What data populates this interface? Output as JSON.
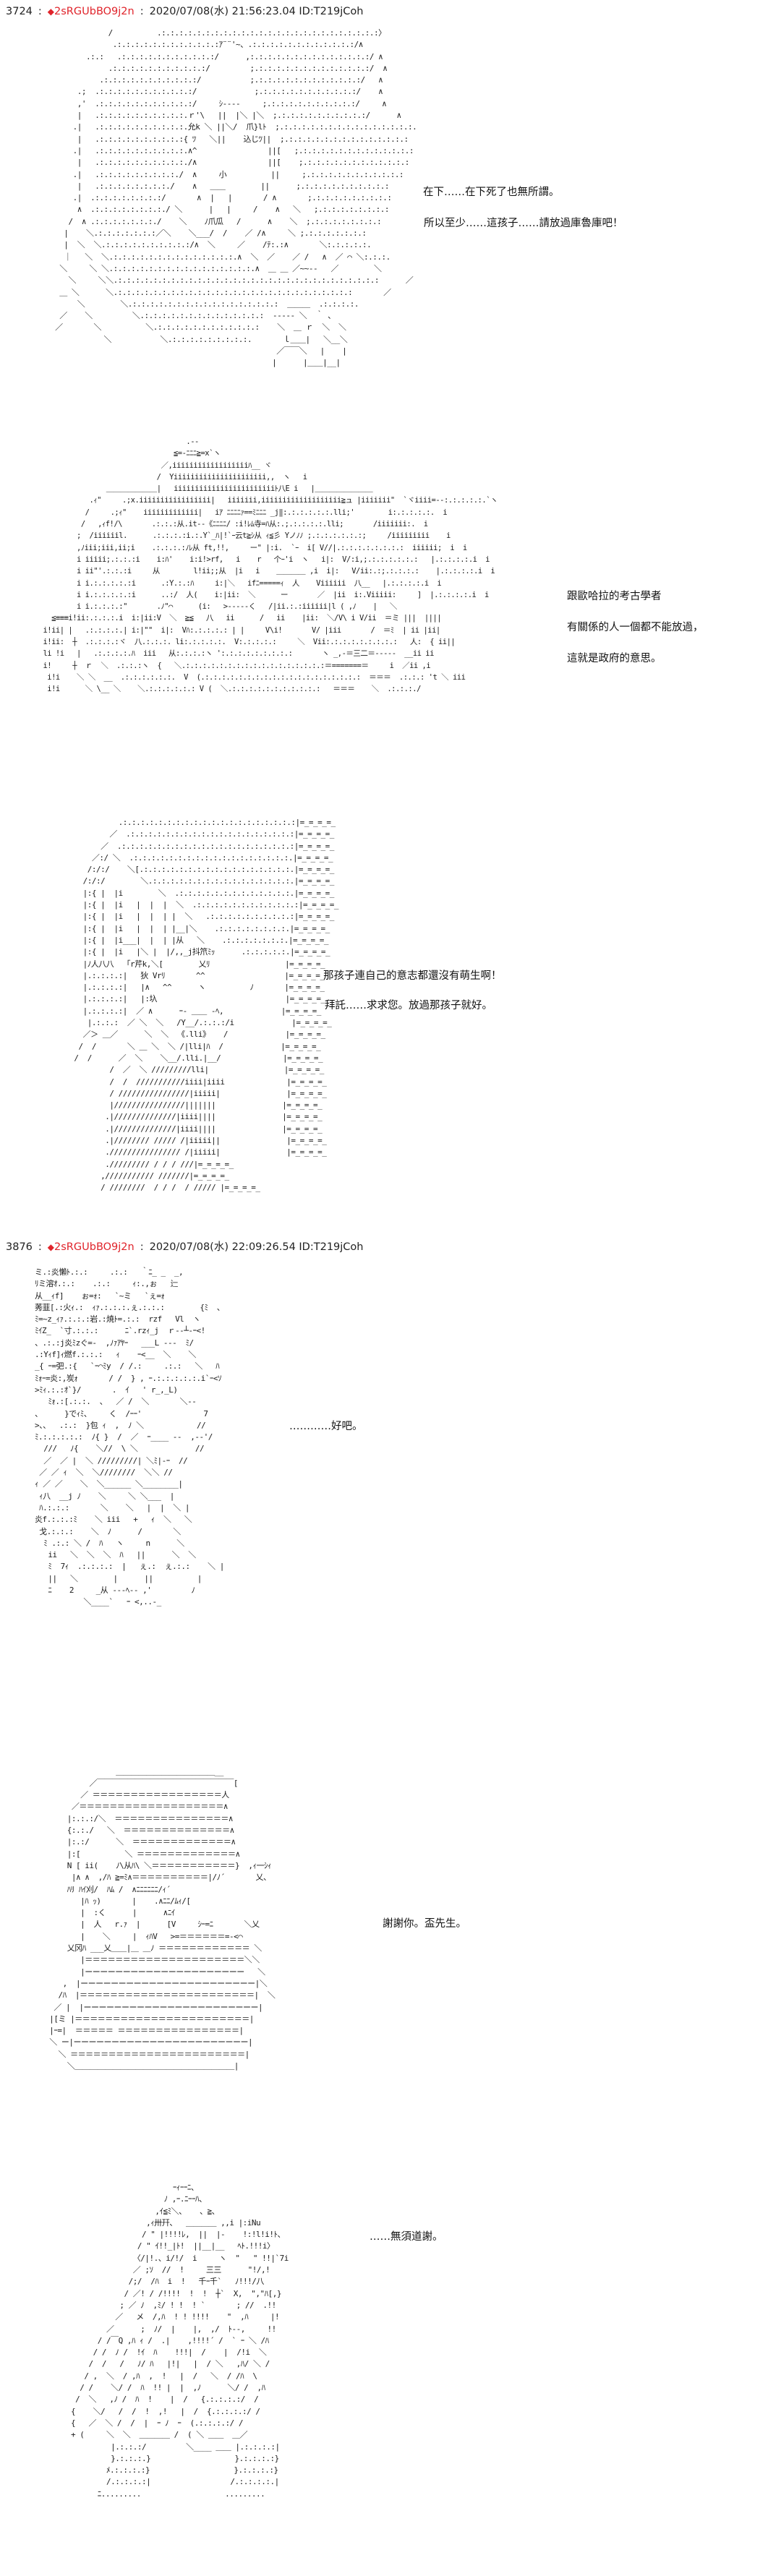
{
  "posts": [
    {
      "number": "3724",
      "separator": ":",
      "trip_symbol": "◆",
      "trip": "2sRGUbBO9j2n",
      "datetime": "2020/07/08(水) 21:56:23.04",
      "id": "ID:T219jCoh",
      "panels": [
        {
          "art_name": "ascii-art-kneeling-figure",
          "dialogue": [
            "在下……在下死了也無所謂。",
            "所以至少……這孩子……請放過庫魯庫吧！"
          ]
        },
        {
          "art_name": "ascii-art-soldier-with-cap",
          "dialogue": [
            "跟歐哈拉的考古學者",
            "有關係的人一個都不能放過，",
            "這就是政府的意思。"
          ]
        },
        {
          "art_name": "ascii-art-bowed-figure-at-wall",
          "dialogue": [
            "那孩子連自己的意志都還沒有萌生啊！",
            "拜託……求求您。放過那孩子就好。"
          ]
        }
      ]
    },
    {
      "number": "3876",
      "separator": ":",
      "trip_symbol": "◆",
      "trip": "2sRGUbBO9j2n",
      "datetime": "2020/07/08(水) 22:09:26.54",
      "id": "ID:T219jCoh",
      "panels": [
        {
          "art_name": "ascii-art-flame-hair-figure",
          "dialogue": [
            "…………好吧。"
          ]
        },
        {
          "art_name": "ascii-art-bowing-figure",
          "dialogue": [
            "謝謝你。盃先生。"
          ]
        },
        {
          "art_name": "ascii-art-masked-figure-standing",
          "dialogue": [
            "……無須道謝。"
          ]
        }
      ]
    }
  ],
  "colors": {
    "trip": "#e0242b",
    "text": "#111111",
    "background": "#ffffff"
  },
  "art": {
    "p1": "             /          .:.:.:.:.:.:.:.:.:.:.:.:.:.:.:.:.:.:.:.:.:.:.:.:.:〉\n              .:.:.:.:.:.:.:.:.:.:.:.:ｱ¨¨'~、.:.:.:.:.:.:.:.:.:.:.:.:/∧\n        .:.:   .:.:.:.:.:.:.:.:.:.:.:/      ,:.:.:.:.:.:.:.:.:.:.:.:.:.:/ ∧\n             .:.:.:.:.:.:.:.:.:.:.:/         ;.:.:.:.:.:.:.:.:.:.:.:.:.:/  ∧\n           .:.:.:.:.:.:.:.:.:.:.:/           ;.:.:.:.:.:.:.:.:.:.:.:.:/   ∧\n      .;  .:.:.:.:.:.:.:.:.:.:.:/             ;.:.:.:.:.:.:.:.:.:.:.:/    ∧\n      ,'  .:.:.:.:.:.:.:.:.:.:.:/     ｼ‐‐--     ;.:.:.:.:.:.:.:.:.:.:/     ∧\n      |   .:.:.:.:.:.:.:.:.:.:.ｒ'\\   ||  |＼ |＼  ;.:.:.:.:.:.:.:.:.:.:/      ∧\n     .|   .:.:.:.:.:.:.:.:.:.:.允k ＼ ||＼/  爪}lﾄ  ;.:.:.:.:.:.:.:.:.:.:.:.:.:.:.:.\n      |   .:.:.:.:.:.:.:.:.:.:{ ﾂ   ＼||    込じﾂ||  ;.:.:.:.:.:.:.:.:.:.:.:.:.:.:\n     .|   .:.:.:.:.:.:.:.:.:.:.∧^                ||[   ;.:.:.:.:.:.:.:.:.:.:.:.:.:\n      |   .:.:.:.:.:.:.:.:.:.:./∧                ||[    ;.:.:.:.:.:.:.:.:.:.:.:.:\n     .|   .:.:.:.:.:.:.:.:.:./  ∧     小          ||     ;.:.:.:.:.:.:.:.:.:.:.:\n      |   .:.:.:.:.:.:.:.:./    ∧   ＿＿        ||      ;.:.:.:.:.:.:.:.:.:.:\n     .|  .:.:.:.:.:.:.:.:/       ∧  |   |       / ∧       ;.:.:.:.:.:.:.:.:.:\n      ∧  .:.:.:.:.:.:.:.:./ ＼      |   |     /    ∧   ＼   ;.:.:.:.:.:.:.:.:\n    /  ∧ .:.:.:.:.:.:.:./    ＼    ﾉ爪瓜   /      ∧    ＼  ;.:.:.:.:.:.:.:.:\n   |    ＼.:.:.:.:.:.:.:／＼    ＼___/  /    ／ /∧     ＼ ;.:.:.:.:.:.:.:\n   |  ＼  ＼.:.:.:.:.:.:.:.:.:.:/∧  ＼     ／    /ﾃ:.:∧       ＼:.:.:.:.:.\n   ｜   ＼  ＼.:.:.:.:.:.:.:.:.:.:.:.:.:.:.∧  ＼  ／    ／ /   ∧  ／ ⌒ ＼:.:.:.\n  ＼     ＼ ＼.:.:.:.:.:.:.:.:.:.:.:.:.:.:.:.:.∧  ＿ ＿ ／~~‐-   ／        ＼\n    ＼     ＼＼.:.:.:.:.:.:.:.:.:.:.:.:.:.:.:.:.:.:.:.:.:.:.:.:.:.:.:.:.:.:      ／\n  ＿ ＼      ＼.:.:.:.:.:.:.:.:.:.:.:.:.:.:.:.:.:.:.:.:.:.:.:.:.:.:.:       ／\n      ＼        ＼.:.:.:.:.:.:.:.:.:.:.:.:.:.:.:.:.:  ＿＿＿  .:.:.:.:.\n  ／    ＼         ＼.:.:.:.:.:.:.:.:.:.:.:.:.:.:  ‐‐‐‐‐ ＼  ｀ 、\n ／       ＼          ＼.:.:.:.:.:.:.:.:.:.:.:.:    ＼  ＿ ｒ  ＼  ＼\n            ＼           ＼.:.:.:.:.:.:.:.:.:.       ｌ＿＿|   ＼__＼\n                                                   ／￣￣＼   |    |\n                                                  |      |＿＿|__|",
    "p2": "                                     .--\n                                  ≦=-ﾆﾆﾆ≧=x`ヽ\n                               ／,iiiiiiiiiiiiiiiiiiﾊ__ ヾ\n                              /  Yiiiiiiiiiiiiiiiiiiiiii,,  ヽ   i\n                  ＿＿＿＿＿＿＿|   iiiiiiiiiiiiiiiiiiiiiiiiﾄ八E i   |＿＿＿＿＿＿＿＿\n              .ｨ\"     .;x.iiiiiiiiiiiiiiiii|   iiiiiii,iiiiiiiiiiiiiiiiiii≧ュ |iiiiiii\"  `ヾiiii=--:.:.:.:.:.`ヽ\n             /     .;ｨ\"    iiiiiiiiiiiii|   iｱ ﾆﾆﾆﾆｧ==ﾐﾆﾆﾆ _j‖:.:.:.:.:.:.lli;'        i:.:.:.:.:.  i\n            /   ,ｨf!/\\       .:.:.:从.it--《ﾆﾆﾆﾆ/ :i!ﾚﾑ寺=ﾊ从:.;.:.:.:.:.lli;       /iiiiiii:.  i\n           ;  /iiiiiil.      .:.:.:.:i.:.Y`_ﾊ|!`ｰ云t≧ｼ从 ｨ≦彡 Yノﾉﾉ ;.:.:.:.:.:.:;     /iiiiiiiii    i\n           ,ﾉiii;iii,ii;i    .:.:.:.:ﾉﾚ从 ft,!!,     ー\" |:i.  `ｰ  i[ V//|.:.:.:.:.:.:.:.:  iiiiii;  i  i\n           i iiiii;.:.:.:i    i:ﾊ'    i:i!>rf,   i    r   个ｰ'i  ヽ   i|:  V/:i,;.:.:.:.:.:.:   |.:.:.:.:.i  i\n           i ii\"'.:.:.:i     从        l!ii;;从  |i   i    ＿＿＿＿ ,i  i|:   V/ii:.:;.:.:.:.:    |.:.:.:.:.i  i\n           i i.:.:.:.:.:i      .:Y.:.:ﾊ     i:|＼   ifﾆ=====ｨ  人    Viiiiii  八__   |.:.:.:.:.i  i\n           i i.:.:.:.:.:i      ..:/  人(    i:|ii:  ＼      ー       ／  |ii  i:.Viiiii:     ]  |.:.:.:.:.i  i\n           i i.:.:.:.:\"       .ﾉ\"⌒      (i:   >-----く   /|ii.:.:iiiiii|l ( ,ﾉ    |   ＼\n     ≦≡≡≡i!ii:.:.:.:.i  i:|ii:V  ＼  ≧≦   八   ii      /   ii    |ii:  ＼/V\\ i V/ii  ＝ミ |||  ||||\n   i!ii| |   .:.:.:.:.| i:|\"\"  i|:  Vﾊ:.:.:.:.: | |     V\\i!       V/ |iii       /  ＝ﾐ  | ii |ii|\n   i!ii:  ┼  .:.:.:.:ヾ  八.:.:.:. li:.:.:.:.:.  V:.:.:.:.:     ＼  Vii:.:.:.:.:.:.:.:.:   人:  { ii||\n   li !i   |   .:.:.:.:.ﾊ  iii   从:.:.:.:ヽ ':.:.:.:.:.:.:.:.:       ヽ _,-＝三二＝-----  __ii ii\n   i!     ┼  ｒ  ＼  .:.:.:ヽ  {   ＼.:.:.:.:.:.:.:.:.:.:.:.:.:.:.:.:.:＝=======＝     i  ／ii ,i\n    i!i    ＼ ＼  __  .:.:.:.:.:.:.  V  (.:.:.:.:.:.:.:.:.:.:.:.:.:.:.:.:.:.:.:  ＝＝＝  .:.:.: 't ＼ iii\n    i!i      ＼ \\__ ＼    ＼.:.:.:.:.:.: V (  ＼.:.:.:.:.:.:.:.:.:.:.:   ＝＝＝    ＼  .:.:.:./",
    "p3": "             .:.:.:.:.:.:.:.:.:.:.:.:.:.:.:.:.:.:.:.:|=_=_=_=_\n           ／  .:.:.:.:.:.:.:.:.:.:.:.:.:.:.:.:.:.:.:|=_=_=_=_\n         ／  .:.:.:.:.:.:.:.:.:.:.:.:.:.:.:.:.:.:.:.:|=_=_=_=_\n       ／:/ ＼  .:.:.:.:.:.:.:.:.:.:.:.:.:.:.:.:.:.:.|=_=_=_=_\n      /:/:/    ＼[.:.:.:.:.:.:.:.:.:.:.:.:.:.:.:.:.:.|=_=_=_=_\n     /:/:/        ＼.:.:.:.:.:.:.:.:.:.:.:.:.:.:.:.:.|=_=_=_=_\n     |:{ |  |i        ＼  .:.:.:.:.:.:.:.:.:.:.:.:.:.|=_=_=_=_\n     |:{ |  |i   |  |  |  ＼  .:.:.:.:.:.:.:.:.:.:.:.:|=_=_=_=_\n     |:{ |  |i   |  |  | |  ＼   .:.:.:.:.:.:.:.:.:.:|=_=_=_=_\n     |:{ |  |i   |  |  | |__|＼    .:.:.:.:.:.:.:.:.|=_=_=_=_\n     |:{ |  |i___|  |  | |从   ＼    .:.:.:.:.:.:.:.|=_=_=_=_\n     |:{ |  |i   |＼ |  |/,,_j抖笊ﾐｯ      .:.:.:.:.:.|=_=_=_=_\n     |ﾉ人八八  「r芹k,＼[        乂ﾘ                 |=_=_=_=_\n     |.:.:.:.:|   狄 Vrﾘ       ^^                  |=_=_=_=_\n     |.:.:.:.:|   |∧   ^^      ヽ          ﾉ       |=_=_=_=_\n     |.:.:.:.:|   |:圦                             |=_=_=_=_\n     |.:.:.:.:|  ／ ∧      ｰ- ＿＿ ‐ﾍ,             |=_=_=_=_\n      |.:.:.:  ／ ＼  ＼   /Y__/.:.:.:/i             |=_=_=_=_\n     ／＞ ＿／      ＼  ＼  《.lli》   /             |=_=_=_=_\n    /  /       ＼ ＿ ＼  ＼ /|lli|ﾊ  /             |=_=_=_=_\n   /  /      ／  ＼    ＼__/.lli.|__/              |=_=_=_=_\n           /  ／  ＼ /////////lli|                 |=_=_=_=_\n           /  /  ///////////iiii|iiii              |=_=_=_=_\n           / ////////////////|iiiii|               |=_=_=_=_\n           |////////////////|||||||               |=_=_=_=_\n          .|//////////////|iiii||||               |=_=_=_=_\n          .|//////////////|iiii||||               |=_=_=_=_\n          .|//////// ///// /|iiiii||               |=_=_=_=_\n          .//////////////// /|iiiii|               |=_=_=_=_\n          .///////// / / / ///|=_=_=_=_\n         ,/////////// ///////|=_=_=_=_\n         / ////////  / / /  / ///// |=_=_=_=_",
    "p4": "ミ.:炎懶ﾄ.:.:     .:.:   ｀ﾆ_ _  _,\nﾘミ溶ｵ.:.:    .:.:     ｨ:.,ぉ   辷\n从__ｨf]    ぉ=ｫ:   `~ミ   `ぇ=ｫ\n莠韮[.:火ｨ.:  ｨｧ.:.:.:.ぇ.:.:.:        {ﾐ  、\nﾐ=~z_ｨｧ.:.:.:岩.:焼ﾄ=.:.:  rzf   Vl  ヽ\nﾐｲZ_  `寸.:.:.:      ﾆ`.rzｨ_j  ｒ--┴-ｰ<!\n、.:.:j炎ﾐzぐ=-  ,ﾉｧｱﾔｰ   ___L ---  ﾐ/\n.:Yｨf]ｨ燃f.:.:.:   ｨ    ｰ<__  ＼    ＼\n_{ ｰ=弝.:{   `ｰ⌒ﾐy  / /.:     .:.:   ＼   ﾊ\nﾐｫｰ=炎:,炭ｫ       / /  } , ｰ.:.:.:.:.:.i`ｰ<ｿ\n>ﾐｨ.:.:ｵ`}/       .  ｲ   ' r_,_L)\n   ﾐｫ.:[.:.:.  、  ／ /  ＼       ＼--  \n、     }でｨﾐ、    く  /ｰｰ'              7\n>、、  .:.:  }包 ｨ  ,  ﾉ ＼            //\nﾐ.:.:.:.:.:  ﾉ{ }  /  ／  ｰ____ --  ,--'/\n  ///   ﾉ{    ＼//  \\ ＼             //\n  ／  ／ |  ＼ /////////| ＼ﾐ|-ｰ  //\n ／ ／ ｨ  ＼  ＼////////  ＼＼ //\nｨ ／ ／    ＼  ＼______ ＼________|\n ｨ八  __j ﾉ    ＼     ＼ ＼___  |\n ﾊ.:.:.:       ＼    ＼   |  |  ＼ |\n炎f.:.:.:ﾐ    ＼ iii   +   ｨ  ＼   ＼\n 戈.:.:.:    ＼  ﾉ      /       ＼\n  ﾐ .:.: ＼ /  ﾊ   ヽ     n      ＼\n   ii   ＼  ＼  ＼  ﾊ   ||      ＼  ＼\n   ﾐ  7ｨ  .:.:.:.:  |   ぇ.:  ぇ.:.:    ＼ |\n   ||   ＼        |      ||          |\n   ﾆ    2     _从 ---ﾍ-- ,'         ﾉ\n           ＼____`   ｰ <,..-_",
    "p5": "\n\n                 ＿＿＿＿＿＿＿＿＿＿＿＿＿__\n           ／￣￣￣￣￣￣￣￣￣￣￣￣￣￣￣￣￣￣[\n         ／ ＝＝＝＝＝＝＝＝＝＝＝＝＝＝＝＝＝人\n       ／＝＝＝＝＝＝＝＝＝＝＝＝＝＝＝＝＝＝＝∧\n      |:.:.:/＼  ＝＝＝＝＝＝＝＝＝＝＝＝＝＝＝∧\n      {:.:./   ＼  ＝＝＝＝＝＝＝＝＝＝＝＝＝＝∧\n      |:.:/      ＼  ＝＝＝＝＝＝＝＝＝＝＝＝＝∧\n      |:[          ＼ ＝＝＝＝＝＝＝＝＝＝＝＝＝∧\n      N [ ii(    ﾉ\\从ﾊ\\ ＼＝＝＝＝＝＝＝＝＝＝＝}  ,ｨ一ｼｨ\n       |∧ ∧  ,/ﾊ ≧=ﾐ∧＝＝＝＝＝＝＝＝＝＝|/ﾉ´       乂、\n      ﾊﾘ ﾊｲ刈/  ﾊﾑ /  ∧ﾆﾆﾆﾆﾆﾆ/ｨ´\n         |ﾊ ｯ)       |    .∧ﾆﾆ/ﾑｨ/[\n         |  :く      |      ∧ﾆｲ\n         |  人   r.ｧ  |      [V     ｼｰ=ﾆ       ＼乂\n         |    ＼     |  ｨﾊV   >=＝＝＝＝＝＝=-<⌒\n      乂冈ﾊ ___乂＿＿|＿ ＿ﾉ ＝＝＝＝＝＝＝＝＝＝＝＝ ＼\n         |＝＝＝＝＝＝＝＝＝＝＝＝＝＝＝＝＝＝＝＝＝＼＼\n         |ーーーーーーーーーーーーーーーーーーーーー   ＼\n     ,  |ーーーーーーーーーーーーーーーーーーーーーーー|＼\n    /ﾊ  |＝＝＝＝＝＝＝＝＝＝＝＝＝＝＝＝＝＝＝＝＝＝＝|  ＼\n   ／ |  |ーーーーーーーーーーーーーーーーーーーーーーー|\n  |[ミ |＝＝＝＝＝＝＝＝＝＝＝＝＝＝＝＝＝＝＝＝＝＝＝|\n  |ｰ=|  ＝＝＝＝＝ ＝＝＝＝＝＝＝＝＝＝＝＝＝＝＝＝|\n  ＼ ー|ーーーーーーーーーーーーーーーーーーーーーーー|\n    ＼ ＝＝＝＝＝＝＝＝＝＝＝＝＝＝＝＝＝＝＝＝＝＝＝|\n      ＼＿＿＿＿＿＿＿＿＿＿＿＿＿＿＿＿＿＿＿＿＿|",
    "p6": "                       ｰｨｰｰﾆ、\n                     ﾉ ,ｰ.ﾆｰｰﾊ、\n                   ,ｲ≦ﾐ＼、   、≧、\n                 ,ｨ卅幵、  ＿＿＿＿ ,,i |:iNu\n                / \" |!!!!ﾚ,  ||  |-    !:!l!i!ﾄ、\n               / \" ｲ!!_|ﾄ!  ||__|__   ﾍﾄ.!!!i〉\n              〈/|!.、i/!/  i     ヽ  \"   \" !!|`7i\n              ／ ;ｿ  //  !     三三      \"!/,!\n             /;/  /ﾊ  i  !   千ｰ千`   ﾉ!!!/八\n            / ／! / /!!!!  !  !  ┼`  X,  \",\"ﾊ[,}\n           ; ／ ﾉ  ,ﾐ/ ! !  ! `       ; //  .!!\n          ／   メ  /,ﾊ  ! ! !!!!    \"  ,ﾊ     |!\n        ／      ;  ﾉ/  |    |,  ,/  ﾄ--,     !!\n      / /￣Q ,ﾊ ｨ /  .|    ,!!!!´ /  ` ｰ ＼ /ﾊ\n     / /  ﾉ /  !ｲ  ﾊ    !!!|  /    |  /!i  ＼\n    /  /   /   ﾉ/ ﾊ   |!|   |  / ＼   ,ﾊ/ ＼ /\n   / ,  ＼  / ,ﾊ  ,  !   |  /   ＼  / /ﾊ  \\\n  / /    ＼/ /  ﾊ  !! |  |  ,ﾉ      ＼/ /  ,ﾊ\n /  ＼   ,ﾉ /  ﾊ  !    |  /   {.:.:.:.:/  /\n{    ＼/   /  /  !  ,!   |  /  {.:.:.:.:/ /  \n{   ／  ＼ /  /  |  ｰ ﾉ  ｰ  (.:.:.:.:/ /\n+ (     ＼  ＼  ＿＿＿＿ /  ( ＼ ＿＿  ＿／\n         |.:.:.:/         ＼____ ＿＿ |.:.:.:.:|\n         }.:.:.:.}                   }.:.:.:.:}\n        ﾒ.:.:.:.:}                   }.:.:.:.:}\n        /.:.:.:.:|                  /.:.:.:.:.|\n      ﾆ.........                   ........."
  }
}
